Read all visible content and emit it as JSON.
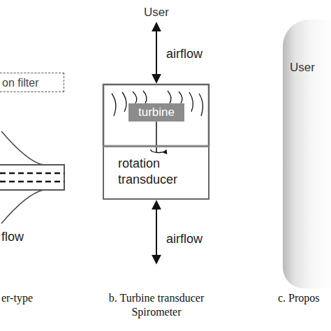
{
  "diagram": {
    "nodes": [
      {
        "text": [
          "on filter"
        ]
      },
      {
        "text": [
          "turbine"
        ]
      },
      {
        "text": [
          "rotation transducer"
        ]
      },
      {
        "text": [
          "User"
        ]
      }
    ],
    "edges": [
      {
        "from": 1,
        "to": 2,
        "arrow": "none"
      }
    ],
    "labels": [
      "User",
      "airflow",
      "airflow",
      "flow",
      "er-type",
      "b. Turbine transducer Spirometer",
      "c. Propos"
    ]
  }
}
